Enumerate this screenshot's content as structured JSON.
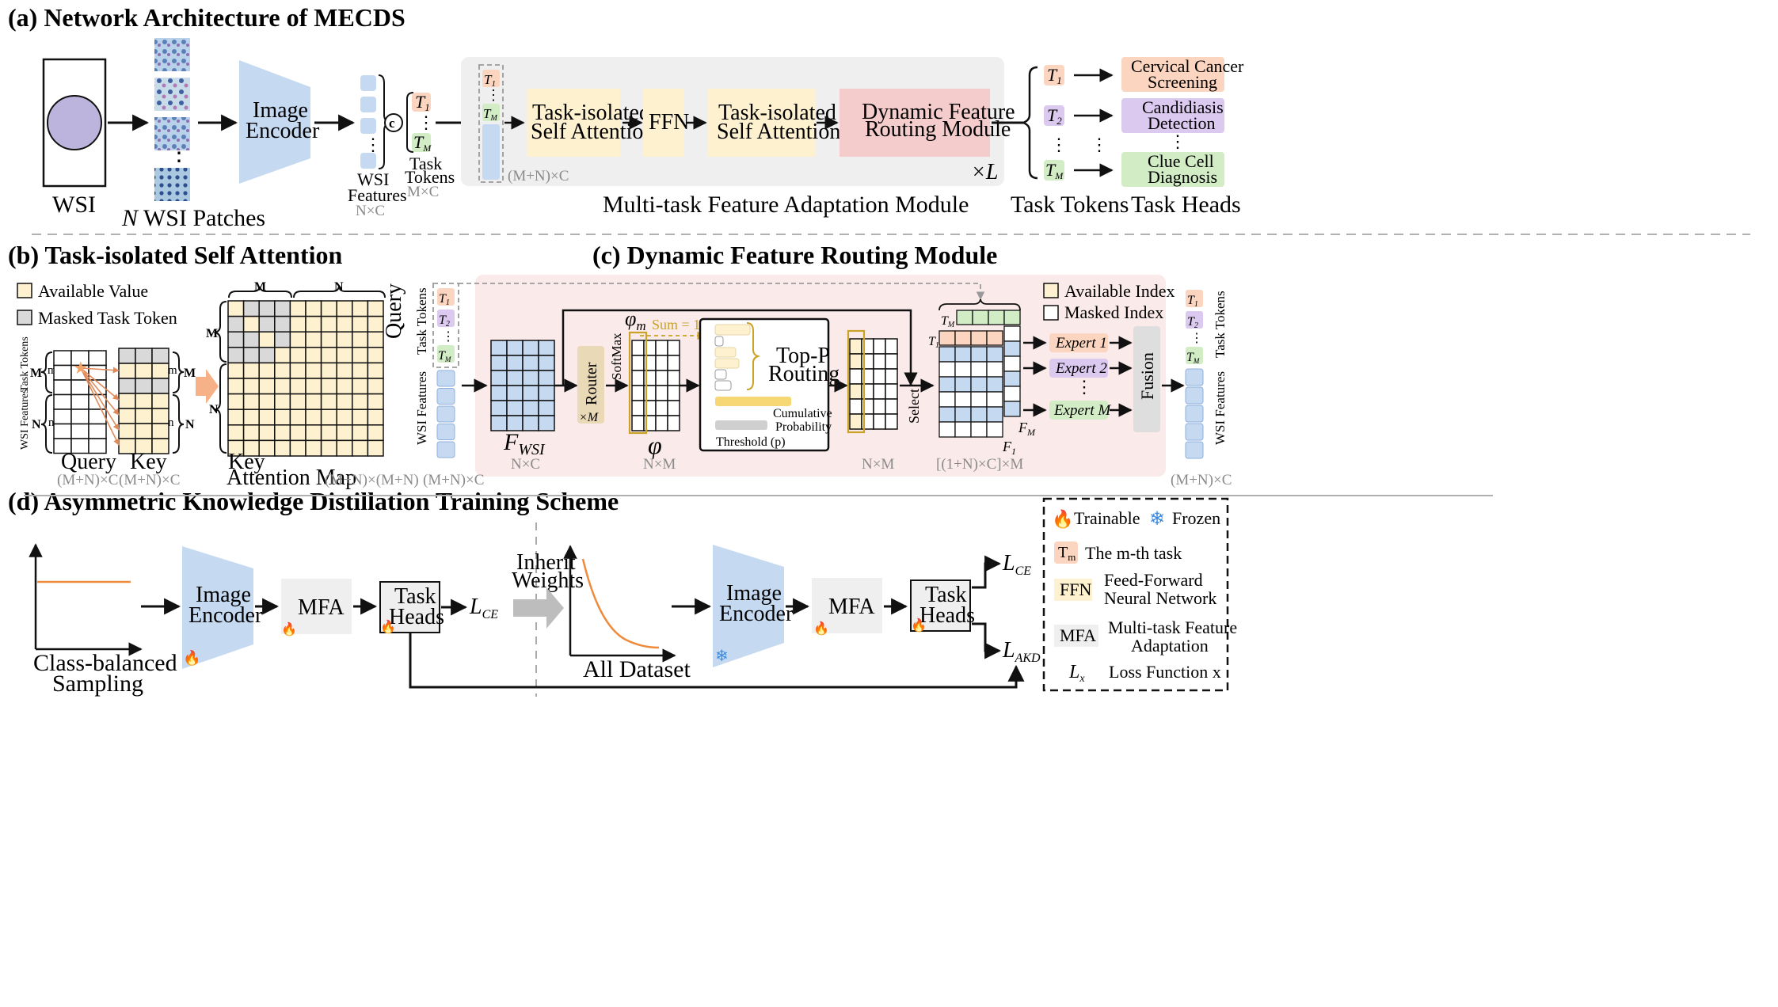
{
  "sections": {
    "a_title": "(a) Network Architecture of MECDS",
    "b_title": "(b) Task-isolated Self Attention",
    "c_title": "(c) Dynamic Feature Routing Module",
    "d_title": "(d) Asymmetric Knowledge Distillation Training Scheme"
  },
  "a": {
    "wsi": "WSI",
    "patches_n": "N",
    "patches": " WSI Patches",
    "image_encoder": [
      "Image",
      "Encoder"
    ],
    "concat": "c",
    "wsi_features": [
      "WSI",
      "Features"
    ],
    "wsi_dim": "N×C",
    "task_tokens": [
      "Task",
      "Tokens"
    ],
    "task_dim": "M×C",
    "seq_dim": "(M+N)×C",
    "tisa1": [
      "Task-isolated",
      "Self Attention"
    ],
    "ffn": "FFN",
    "tisa2": [
      "Task-isolated",
      "Self Attention"
    ],
    "dfrm": [
      "Dynamic Feature",
      "Routing Module"
    ],
    "times_l": "×L",
    "mfam": "Multi-task Feature Adaptation Module",
    "out_tokens_label": "Task Tokens",
    "heads_label": "Task Heads",
    "heads": [
      [
        "Cervical Cancer",
        "Screening"
      ],
      [
        "Candidiasis",
        "Detection"
      ],
      [
        "Clue Cell",
        "Diagnosis"
      ]
    ],
    "tok": [
      "T1",
      "T2",
      "TM",
      "Tm"
    ],
    "dots": "⋮"
  },
  "b": {
    "legend_available": "Available Value",
    "legend_masked": "Masked Task Token",
    "side_task": "Task Tokens",
    "side_wsi": "WSI Features",
    "m": "m",
    "n": "n",
    "M": "M",
    "N": "N",
    "query": "Query",
    "key": "Key",
    "query_dim": "(M+N)×C",
    "key_dim": "(M+N)×C",
    "attn": "Attention Map",
    "attn_dim": "(M+N)×(M+N)",
    "attn_key": "Key",
    "attn_query": "Query",
    "attn_M": "M",
    "attn_N": "N"
  },
  "c": {
    "task_tokens": "Task Tokens",
    "wsi_features": "WSI Features",
    "fwsi": "F",
    "fwsi_sub": "WSI",
    "in_dim": "(M+N)×C",
    "nc": "N×C",
    "router": "Router",
    "router_m": "×M",
    "softmax": "SoftMax",
    "phi_m": "φ",
    "phi_m_sub": "m",
    "sum": "Sum = 1",
    "phi": "φ",
    "nm1": "N×M",
    "topp": [
      "Top-P",
      "Routing"
    ],
    "cumulative": [
      "Cumulative",
      "Probability"
    ],
    "threshold": "Threshold (p)",
    "nm2": "N×M",
    "select": "Select",
    "stack_dim": "[(1+N)×C]×M",
    "legend_available": "Available Index",
    "legend_masked": "Masked Index",
    "experts": [
      "Expert 1",
      "Expert 2",
      "Expert M"
    ],
    "fusion": "Fusion",
    "out_dim": "(M+N)×C",
    "out_task": "Task Tokens",
    "out_wsi": "WSI Features",
    "fm": "F",
    "fm_sub": "M",
    "f1": "F",
    "f1_sub": "1",
    "tm_sub": "M",
    "t1_sub": "1"
  },
  "d": {
    "cbs": [
      "Class-balanced",
      "Sampling"
    ],
    "image_encoder": [
      "Image",
      "Encoder"
    ],
    "mfa": "MFA",
    "heads": [
      "Task",
      "Heads"
    ],
    "lce": "L",
    "lce_sub": "CE",
    "inherit": [
      "Inherit",
      "Weights"
    ],
    "all_dataset": "All Dataset",
    "lakd_sub": "AKD",
    "fire": "🔥",
    "snow": "❄"
  },
  "legend": {
    "trainable": "Trainable",
    "frozen": "Frozen",
    "tm_sym": "T",
    "tm_sub": "m",
    "tm_desc": "The m-th task",
    "ffn_sym": "FFN",
    "ffn_desc": [
      "Feed-Forward",
      "Neural Network"
    ],
    "mfa_sym": "MFA",
    "mfa_desc": [
      "Multi-task Feature",
      "Adaptation"
    ],
    "lx_sym": "L",
    "lx_sub": "x",
    "lx_desc": "Loss Function x"
  },
  "colors": {
    "blue": "#c5d9f1",
    "blue_edge": "#8fb0de",
    "cream": "#fdf1cf",
    "pink": "#f5cccc",
    "gray_panel": "#efefef",
    "salmon": "#fbd5bf",
    "purple": "#dcc9ef",
    "green": "#d2ecc6",
    "orange": "#ef8a3a",
    "router": "#ead9b6",
    "gold": "#c9a227"
  }
}
